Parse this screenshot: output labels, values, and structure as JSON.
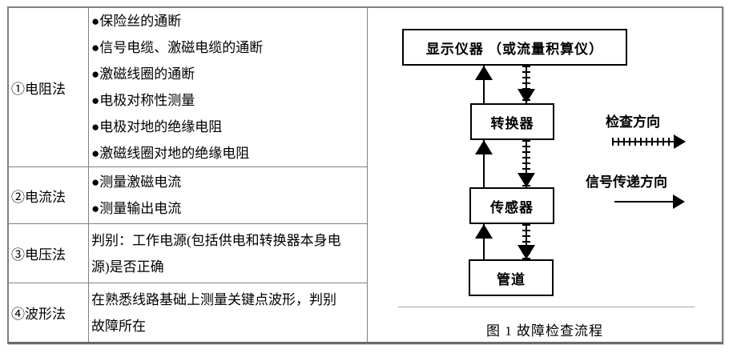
{
  "table": {
    "rows": [
      {
        "method": "①电阻法",
        "items": [
          "●保险丝的通断",
          "●信号电缆、激磁电缆的通断",
          "●激磁线圈的通断",
          "●电极对称性测量",
          "●电极对地的绝缘电阻",
          "●激磁线圈对地的绝缘电阻"
        ]
      },
      {
        "method": "②电流法",
        "items": [
          "●测量激磁电流",
          "●测量输出电流"
        ]
      },
      {
        "method": "③电压法",
        "text": "判别：工作电源(包括供电和转换器本身电源)是否正确"
      },
      {
        "method": "④波形法",
        "text": "在熟悉线路基础上测量关键点波形，判别故障所在"
      }
    ]
  },
  "diagram": {
    "nodes": {
      "display": "显示仪器 （或流量积算仪）",
      "converter": "转换器",
      "sensor": "传感器",
      "pipe": "管道"
    },
    "legend": {
      "check": "检查方向",
      "signal": "信号传递方向"
    },
    "caption": "图 1  故障检查流程",
    "colors": {
      "line": "#000000",
      "table_border": "#808080",
      "background": "#ffffff"
    }
  }
}
